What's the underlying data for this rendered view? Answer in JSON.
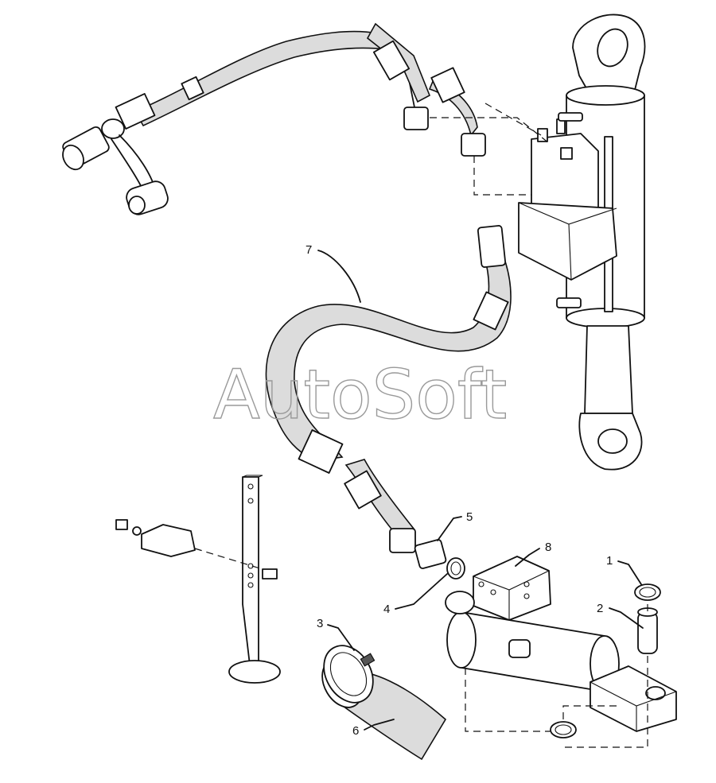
{
  "watermark": "AutoSoft",
  "callouts": [
    {
      "id": "c1",
      "label": "1"
    },
    {
      "id": "c2",
      "label": "2"
    },
    {
      "id": "c3",
      "label": "3"
    },
    {
      "id": "c4",
      "label": "4"
    },
    {
      "id": "c5",
      "label": "5"
    },
    {
      "id": "c6",
      "label": "6"
    },
    {
      "id": "c7",
      "label": "7"
    },
    {
      "id": "c8",
      "label": "8"
    }
  ]
}
